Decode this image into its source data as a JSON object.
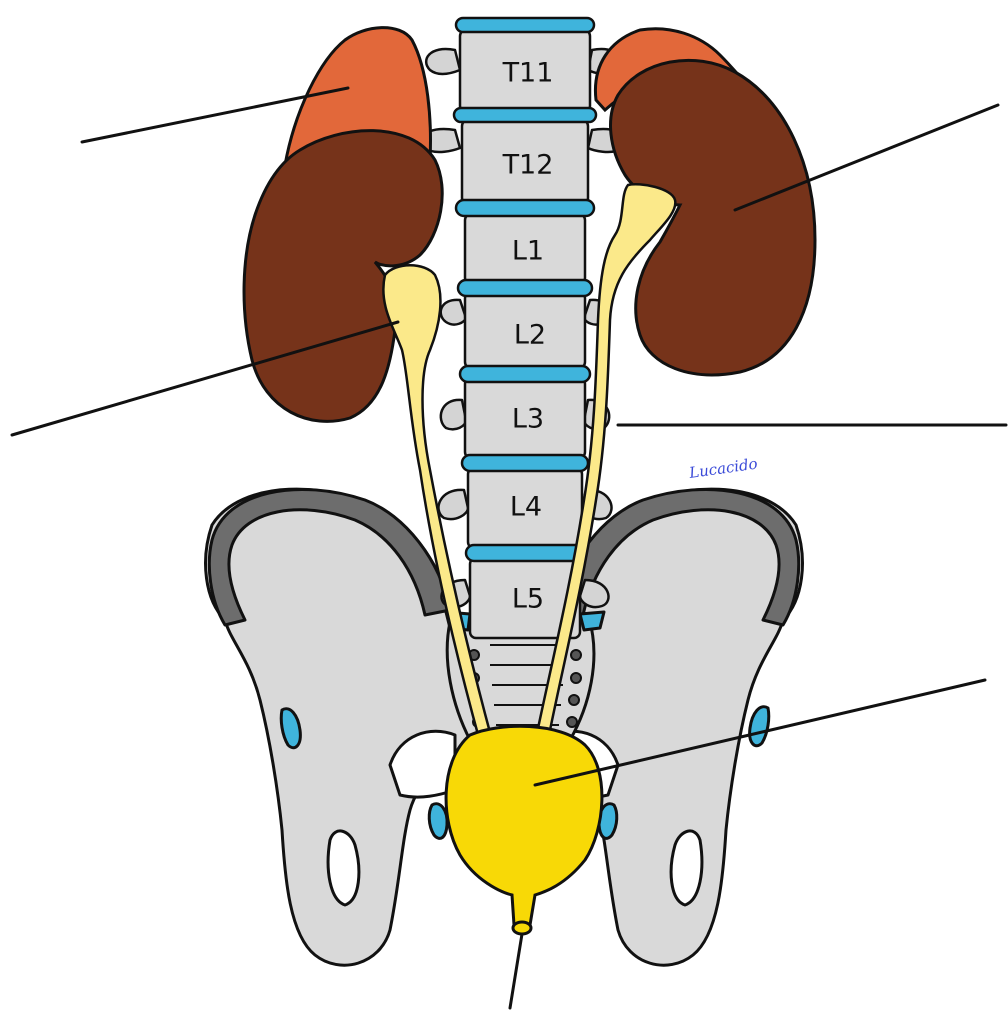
{
  "vertebrae": [
    {
      "id": "t11",
      "label": "T11"
    },
    {
      "id": "t12",
      "label": "T12"
    },
    {
      "id": "l1",
      "label": "L1"
    },
    {
      "id": "l2",
      "label": "L2"
    },
    {
      "id": "l3",
      "label": "L3"
    },
    {
      "id": "l4",
      "label": "L4"
    },
    {
      "id": "l5",
      "label": "L5"
    }
  ],
  "signature": "Lucacido",
  "colors": {
    "bone": "#d9d9d9",
    "bone_shade": "#cdcdcd",
    "outline": "#111111",
    "disc": "#3fb4dc",
    "kidney": "#76331a",
    "adrenal_gland": "#e2683a",
    "ureter": "#fbe98a",
    "bladder": "#f8d906",
    "iliac_crest": "#6d6d6d",
    "signature_ink": "#3b4bd8"
  },
  "icons": [
    "adrenal-gland-shape",
    "kidney-shape",
    "ureter-shape",
    "bladder-shape",
    "vertebra-shape",
    "pelvis-shape"
  ]
}
